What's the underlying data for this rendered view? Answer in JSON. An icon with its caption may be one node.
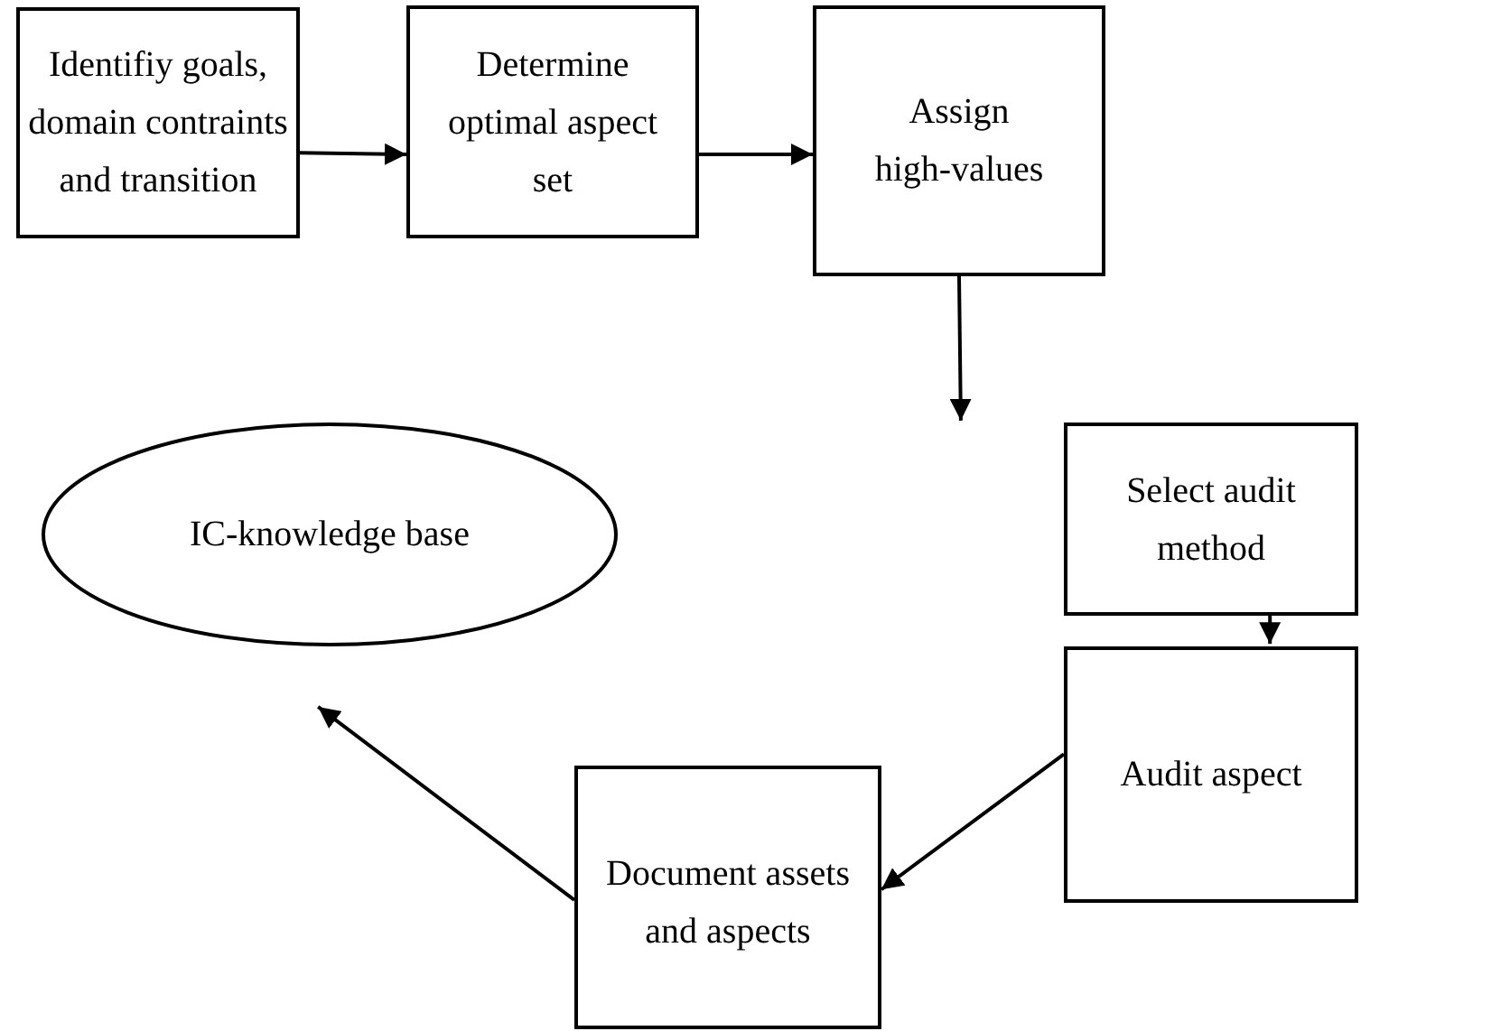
{
  "diagram": {
    "nodes": [
      {
        "text": [
          "Identifiy goals, domain contraints and transition"
        ]
      },
      {
        "text": [
          "Determine optimal aspect set"
        ]
      },
      {
        "text": [
          "Assign high-values"
        ]
      },
      {
        "text": [
          "Select audit method"
        ]
      },
      {
        "text": [
          "Audit aspect"
        ]
      },
      {
        "text": [
          "Document assets and aspects"
        ]
      },
      {
        "text": [
          "IC-knowledge base"
        ]
      }
    ],
    "edges": [
      {
        "from": 0,
        "to": 1,
        "arrow": "to"
      },
      {
        "from": 1,
        "to": 2,
        "arrow": "to"
      },
      {
        "from": 2,
        "to": 3,
        "arrow": "to"
      },
      {
        "from": 3,
        "to": 4,
        "arrow": "to"
      },
      {
        "from": 4,
        "to": 5,
        "arrow": "to"
      },
      {
        "from": 5,
        "to": 6,
        "arrow": "to"
      }
    ]
  }
}
